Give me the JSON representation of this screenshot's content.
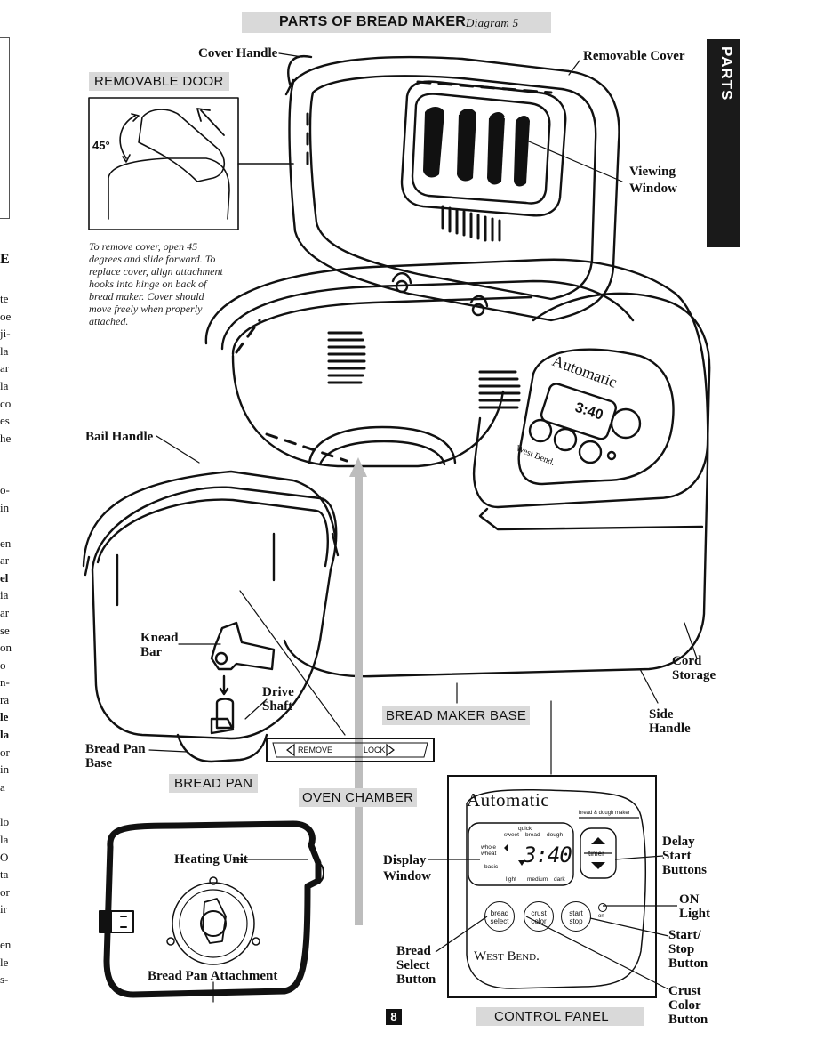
{
  "header": {
    "title": "PARTS OF BREAD MAKER",
    "diagram": "Diagram 5"
  },
  "side_tab": "PARTS",
  "sections": {
    "removable_door": "REMOVABLE DOOR",
    "bread_maker_base": "BREAD MAKER BASE",
    "bread_pan": "BREAD PAN",
    "oven_chamber": "OVEN CHAMBER",
    "control_panel": "CONTROL PANEL"
  },
  "door_angle": "45°",
  "door_note": [
    "To remove cover, open 45",
    "degrees and slide forward. To",
    "replace cover, align attachment",
    "hooks into hinge on back of",
    "bread maker. Cover should",
    "move freely when properly",
    "attached."
  ],
  "labels": {
    "cover_handle": "Cover Handle",
    "removable_cover": "Removable Cover",
    "viewing": "Viewing",
    "window": "Window",
    "bail_handle": "Bail Handle",
    "knead": "Knead",
    "bar": "Bar",
    "drive": "Drive",
    "shaft": "Shaft",
    "bread_pan_l1": "Bread Pan",
    "bread_pan_l2": "Base",
    "cord": "Cord",
    "storage": "Storage",
    "side": "Side",
    "handle": "Handle",
    "heating_unit": "Heating Unit",
    "bread_pan_attachment": "Bread Pan Attachment",
    "display": "Display",
    "display_window": "Window",
    "delay": "Delay",
    "start": "Start",
    "buttons": "Buttons",
    "on": "ON",
    "light": "Light",
    "start_stop_1": "Start/",
    "start_stop_2": "Stop",
    "start_stop_3": "Button",
    "bread_select_1": "Bread",
    "bread_select_2": "Select",
    "bread_select_3": "Button",
    "crust_1": "Crust",
    "crust_2": "Color",
    "crust_3": "Button"
  },
  "lock_bar": {
    "remove": "REMOVE",
    "lock": "LOCK"
  },
  "panel": {
    "brand": "Automatic",
    "subtitle": "bread & dough maker",
    "modes_top": [
      "quick",
      "sweet",
      "bread",
      "dough"
    ],
    "modes_left": [
      "whole",
      "wheat",
      "basic"
    ],
    "time": "3:40",
    "crust": [
      "light",
      "medium",
      "dark"
    ],
    "timer": "timer",
    "btn_bread": [
      "bread",
      "select"
    ],
    "btn_crust": [
      "crust",
      "color"
    ],
    "btn_start": [
      "start",
      "stop"
    ],
    "on": "on",
    "maker": "West Bend."
  },
  "page_number": "8",
  "left_margin_fragments": [
    "E",
    "te",
    "oe",
    "ji-",
    "la",
    "ar",
    "la",
    "co",
    "es",
    "he",
    "o-",
    "in",
    "en",
    "ar",
    "el",
    "ia",
    "ar",
    "se",
    "on",
    "o",
    "n-",
    "ra",
    "le",
    "la",
    "or",
    "in",
    "a",
    "lo",
    "la",
    "O",
    "ta",
    "or",
    "ir",
    "en",
    "le",
    "s-"
  ]
}
